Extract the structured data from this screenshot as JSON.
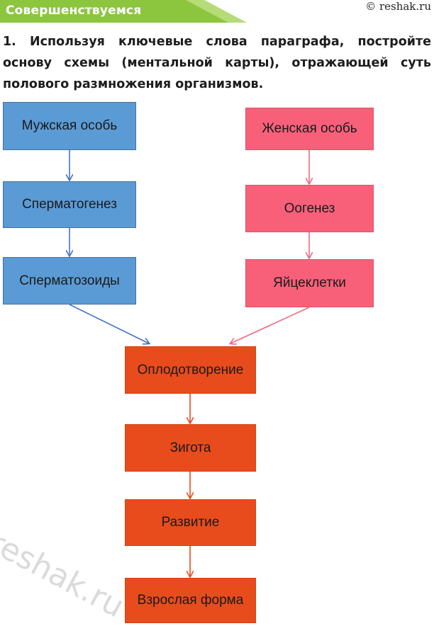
{
  "header": {
    "section_title": "Совершенствуемся",
    "copyright": "© reshak.ru"
  },
  "task": {
    "text": "1. Используя ключевые слова параграфа, постройте основу схемы (ментальной карты), отражающей суть полового размножения организмов."
  },
  "diagram": {
    "male": [
      "Мужская особь",
      "Сперматогенез",
      "Сперматозоиды"
    ],
    "female": [
      "Женская особь",
      "Оогенез",
      "Яйцеклетки"
    ],
    "common": [
      "Оплодотворение",
      "Зигота",
      "Развитие",
      "Взрослая форма"
    ]
  },
  "colors": {
    "banner": "#8cc63f",
    "male": "#5b9bd5",
    "female": "#f8607a",
    "common": "#e84c1c"
  },
  "watermark": "reshak.ru"
}
